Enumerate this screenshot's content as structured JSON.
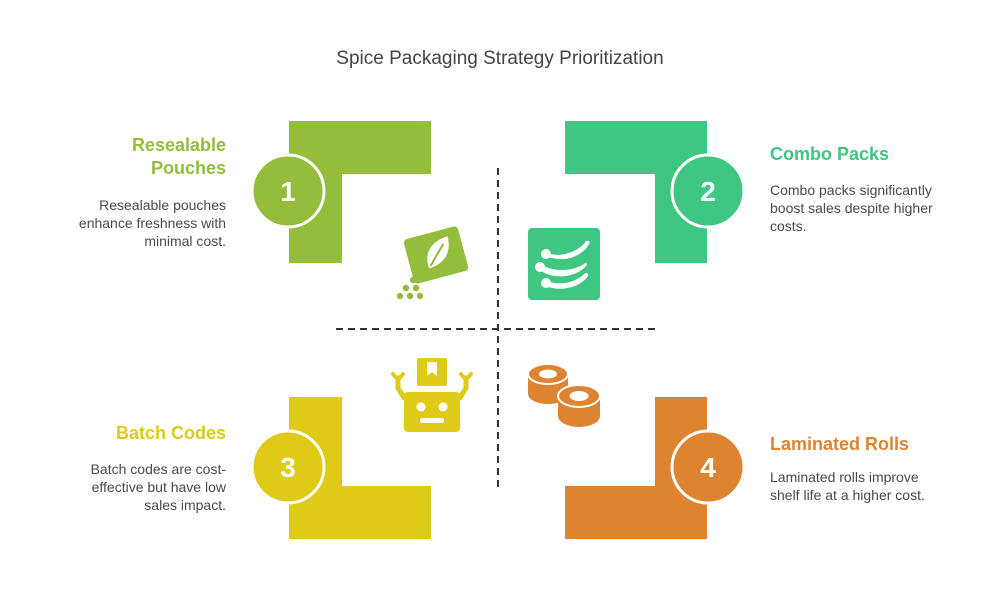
{
  "title": "Spice Packaging Strategy Prioritization",
  "quadrants": [
    {
      "number": "1",
      "heading_lines": [
        "Resealable",
        "Pouches"
      ],
      "description_lines": [
        "Resealable pouches",
        "enhance freshness with",
        "minimal cost."
      ],
      "color": "#94bd3a",
      "icon": "seed-packet-icon"
    },
    {
      "number": "2",
      "heading_lines": [
        "Combo Packs"
      ],
      "description_lines": [
        "Combo packs significantly",
        "boost sales despite higher",
        "costs."
      ],
      "color": "#3ec682",
      "icon": "chili-peppers-icon"
    },
    {
      "number": "3",
      "heading_lines": [
        "Batch Codes"
      ],
      "description_lines": [
        "Batch codes are cost-",
        "effective but have low",
        "sales impact."
      ],
      "color": "#dfcb17",
      "icon": "packaging-robot-icon"
    },
    {
      "number": "4",
      "heading_lines": [
        "Laminated Rolls"
      ],
      "description_lines": [
        "Laminated rolls improve",
        "shelf life at a higher cost."
      ],
      "color": "#de8430",
      "icon": "laminated-rolls-icon"
    }
  ]
}
